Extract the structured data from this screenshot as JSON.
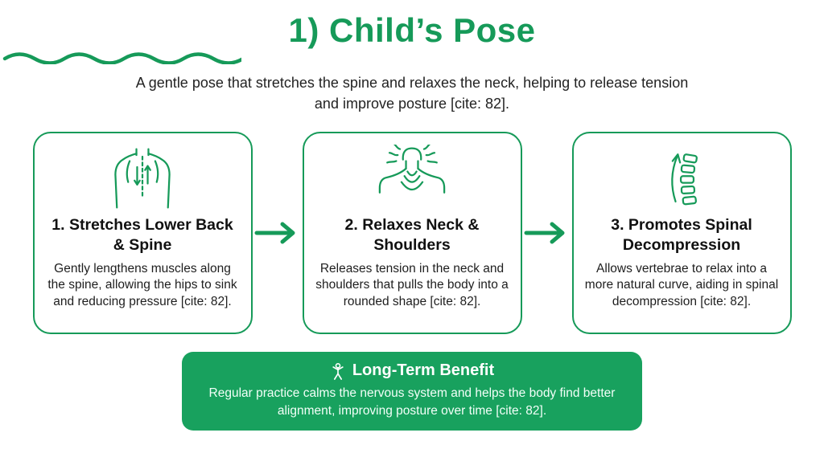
{
  "header": {
    "title": "1) Child’s Pose",
    "subtitle": "A gentle pose that stretches the spine and relaxes the neck, helping to release tension and improve posture [cite: 82]."
  },
  "cards": [
    {
      "icon": "back-spine-icon",
      "title": "1. Stretches Lower Back & Spine",
      "body": "Gently lengthens muscles along the spine, allowing the hips to sink and reducing pressure [cite: 82]."
    },
    {
      "icon": "neck-shoulders-icon",
      "title": "2. Relaxes Neck & Shoulders",
      "body": "Releases tension in the neck and shoulders that pulls the body into a rounded shape [cite: 82]."
    },
    {
      "icon": "spinal-curve-icon",
      "title": "3. Promotes Spinal Decompression",
      "body": "Allows vertebrae to relax into a more natural curve, aiding in spinal decompression [cite: 82]."
    }
  ],
  "benefit": {
    "icon": "posture-person-icon",
    "title": "Long-Term Benefit",
    "body": "Regular practice calms the nervous system and helps the body find better alignment, improving posture over time [cite: 82]."
  },
  "colors": {
    "accent_green": "#169a59",
    "banner_green": "#18a15e",
    "text_dark": "#1c1c1c",
    "banner_text": "#ffffff"
  }
}
